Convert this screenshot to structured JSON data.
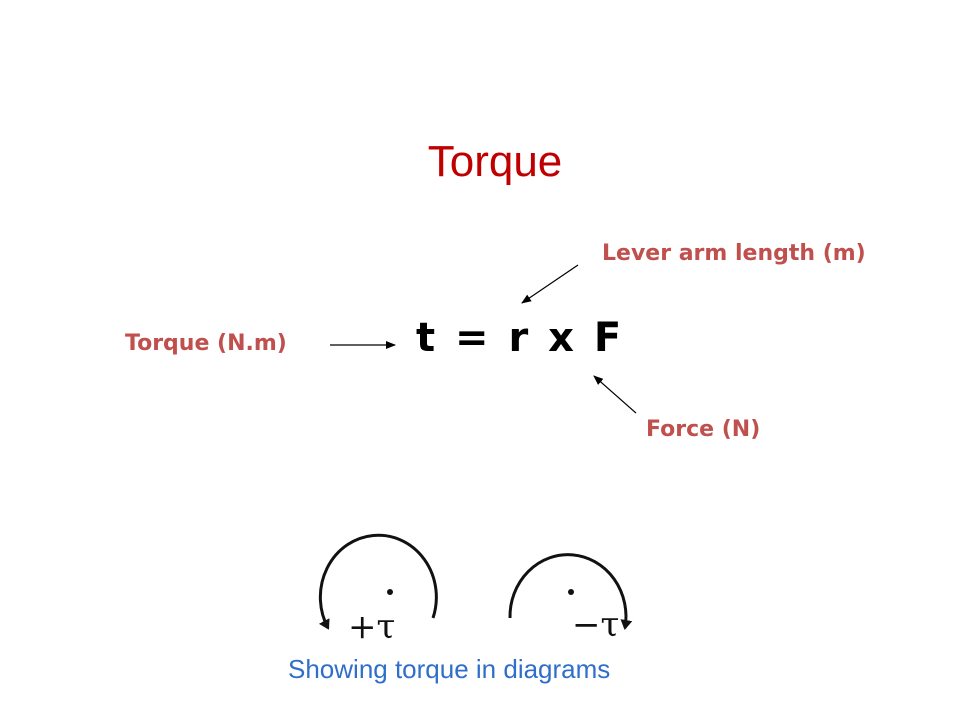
{
  "slide": {
    "title": "Torque",
    "equation": "t = r x F",
    "labels": {
      "lever_arm": "Lever arm length (m)",
      "torque": "Torque (N.m)",
      "force": "Force (N)"
    },
    "colors": {
      "title": "#c00000",
      "label": "#c0504d",
      "caption": "#2f6fc9"
    }
  },
  "diagram": {
    "positive_symbol": "+τ",
    "negative_symbol": "−τ",
    "caption": "Showing torque in diagrams"
  }
}
